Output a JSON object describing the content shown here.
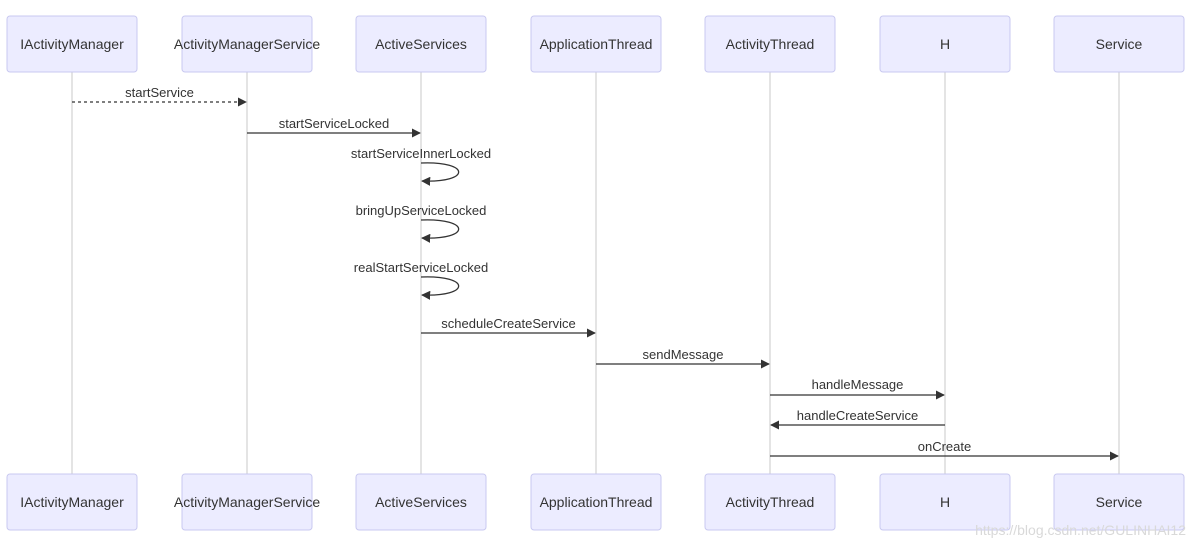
{
  "actors": [
    "IActivityManager",
    "ActivityManagerService",
    "ActiveServices",
    "ApplicationThread",
    "ActivityThread",
    "H",
    "Service"
  ],
  "messages": [
    {
      "from": 0,
      "to": 1,
      "label": "startService",
      "style": "dashed"
    },
    {
      "from": 1,
      "to": 2,
      "label": "startServiceLocked",
      "style": "solid"
    },
    {
      "from": 2,
      "to": 2,
      "label": "startServiceInnerLocked",
      "style": "solid"
    },
    {
      "from": 2,
      "to": 2,
      "label": "bringUpServiceLocked",
      "style": "solid"
    },
    {
      "from": 2,
      "to": 2,
      "label": "realStartServiceLocked",
      "style": "solid"
    },
    {
      "from": 2,
      "to": 3,
      "label": "scheduleCreateService",
      "style": "solid"
    },
    {
      "from": 3,
      "to": 4,
      "label": "sendMessage",
      "style": "solid"
    },
    {
      "from": 4,
      "to": 5,
      "label": "handleMessage",
      "style": "solid"
    },
    {
      "from": 5,
      "to": 4,
      "label": "handleCreateService",
      "style": "solid"
    },
    {
      "from": 4,
      "to": 6,
      "label": "onCreate",
      "style": "solid"
    }
  ],
  "watermark": "https://blog.csdn.net/GULINHAI12"
}
